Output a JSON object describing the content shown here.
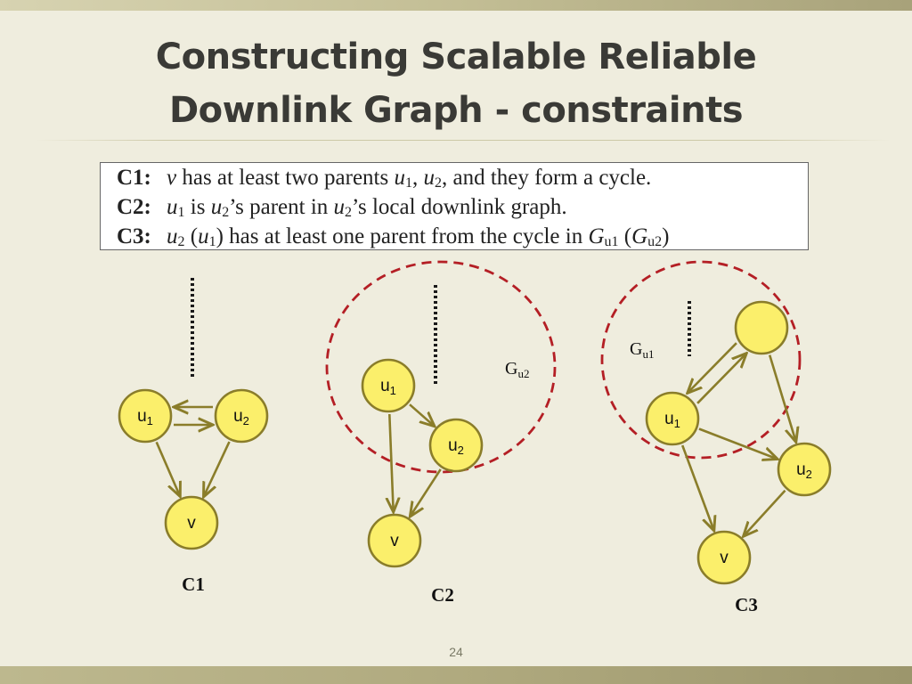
{
  "slide": {
    "title_line1": "Constructing Scalable Reliable",
    "title_line2": "Downlink Graph - constraints",
    "page_number": "24"
  },
  "constraints": [
    {
      "label": "C1:",
      "parts": [
        {
          "t": "v",
          "i": true
        },
        {
          "t": " has at least two parents "
        },
        {
          "t": "u",
          "i": true,
          "sub": "1"
        },
        {
          "t": ", "
        },
        {
          "t": "u",
          "i": true,
          "sub": "2"
        },
        {
          "t": ", and they form a cycle."
        }
      ]
    },
    {
      "label": "C2:",
      "parts": [
        {
          "t": "u",
          "i": true,
          "sub": "1"
        },
        {
          "t": " is "
        },
        {
          "t": "u",
          "i": true,
          "sub": "2"
        },
        {
          "t": "’s parent in "
        },
        {
          "t": "u",
          "i": true,
          "sub": "2"
        },
        {
          "t": "’s local downlink graph."
        }
      ]
    },
    {
      "label": "C3:",
      "parts": [
        {
          "t": "u",
          "i": true,
          "sub": "2"
        },
        {
          "t": " ("
        },
        {
          "t": "u",
          "i": true,
          "sub": "1"
        },
        {
          "t": ") has at least one parent from the cycle in "
        },
        {
          "t": "G",
          "i": true,
          "sub": "u1"
        },
        {
          "t": " ("
        },
        {
          "t": "G",
          "i": true,
          "sub": "u2"
        },
        {
          "t": ")"
        }
      ]
    }
  ],
  "diagrams": [
    {
      "id": "c1",
      "caption": "C1",
      "nodes": [
        {
          "id": "u1",
          "label": "u",
          "sub": "1"
        },
        {
          "id": "u2",
          "label": "u",
          "sub": "2"
        },
        {
          "id": "v",
          "label": "v",
          "sub": ""
        }
      ],
      "edges": [
        [
          "u1",
          "u2"
        ],
        [
          "u2",
          "u1"
        ],
        [
          "u1",
          "v"
        ],
        [
          "u2",
          "v"
        ]
      ]
    },
    {
      "id": "c2",
      "caption": "C2",
      "region_label": "G",
      "region_sub": "u2",
      "nodes": [
        {
          "id": "u1",
          "label": "u",
          "sub": "1"
        },
        {
          "id": "u2",
          "label": "u",
          "sub": "2"
        },
        {
          "id": "v",
          "label": "v",
          "sub": ""
        }
      ],
      "edges": [
        [
          "u1",
          "u2"
        ],
        [
          "u1",
          "v"
        ],
        [
          "u2",
          "v"
        ]
      ]
    },
    {
      "id": "c3",
      "caption": "C3",
      "region_label": "G",
      "region_sub": "u1",
      "nodes": [
        {
          "id": "top",
          "label": "",
          "sub": ""
        },
        {
          "id": "u1",
          "label": "u",
          "sub": "1"
        },
        {
          "id": "u2",
          "label": "u",
          "sub": "2"
        },
        {
          "id": "v",
          "label": "v",
          "sub": ""
        }
      ],
      "edges": [
        [
          "u1",
          "top"
        ],
        [
          "top",
          "u1"
        ],
        [
          "top",
          "u2"
        ],
        [
          "u1",
          "u2"
        ],
        [
          "u1",
          "v"
        ],
        [
          "u2",
          "v"
        ]
      ]
    }
  ],
  "colors": {
    "node_fill": "#fbef6b",
    "node_stroke": "#8a7d2a",
    "edge": "#8a7d2a",
    "region": "#b41f25",
    "ellipsis": "#1a1a1a"
  }
}
